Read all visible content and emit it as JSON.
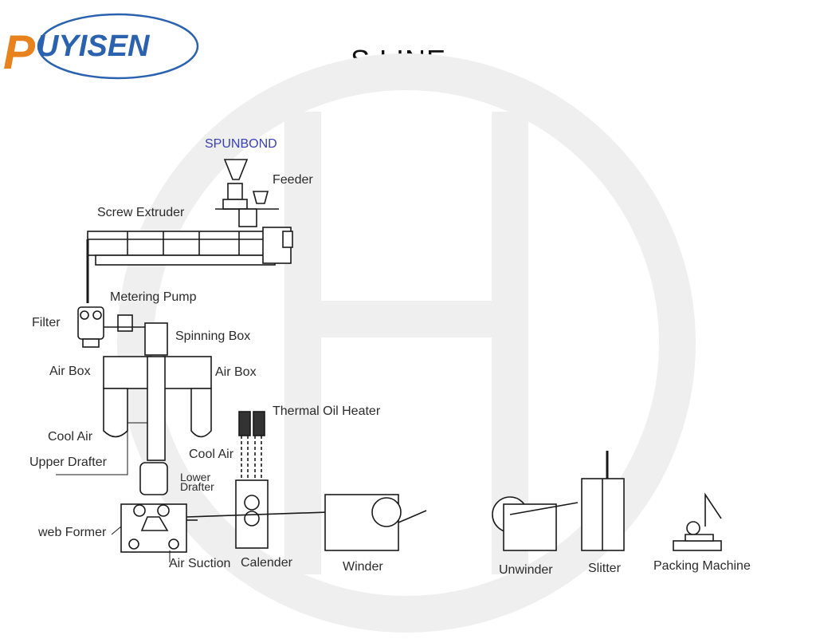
{
  "logo": {
    "text": "PUYISEN",
    "brand_orange": "#e8821c",
    "brand_blue": "#2a62b0"
  },
  "title": "S LINE",
  "section_label": "SPUNBOND",
  "section_color": "#3a40b8",
  "labels": {
    "feeder": "Feeder",
    "screw_extruder": "Screw  Extruder",
    "metering_pump": "Metering Pump",
    "filter": "Filter",
    "spinning_box": "Spinning Box",
    "air_box_left": "Air Box",
    "air_box_right": "Air Box",
    "thermal_oil_heater": "Thermal Oil Heater",
    "cool_air_left": "Cool Air",
    "cool_air_right": "Cool Air",
    "upper_drafter": "Upper Drafter",
    "lower_drafter_1": "Lower",
    "lower_drafter_2": "Drafter",
    "web_former": "web Former",
    "air_suction": "Air Suction",
    "calender": "Calender",
    "winder": "Winder",
    "unwinder": "Unwinder",
    "slitter": "Slitter",
    "packing_machine": "Packing Machine"
  },
  "colors": {
    "line": "#1a1a1a",
    "watermark": "#ececec"
  }
}
